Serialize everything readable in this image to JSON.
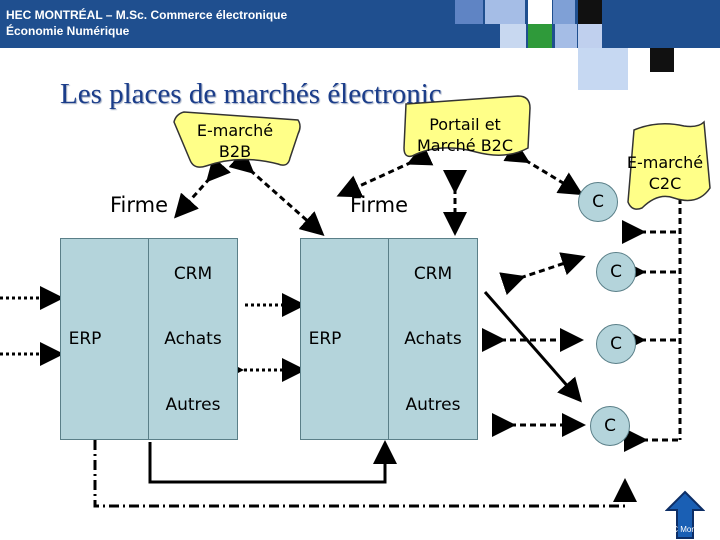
{
  "header": {
    "line1": "HEC MONTRÉAL – M.Sc. Commerce électronique",
    "line2": "Économie Numérique"
  },
  "title": "Les places de marchés électronic",
  "markets": {
    "b2b": "E-marché\nB2B",
    "b2c": "Portail et\nMarché B2C",
    "c2c": "E-marché\nC2C"
  },
  "firm_left": {
    "label": "Firme",
    "erp": "ERP",
    "crm": "CRM",
    "achats": "Achats",
    "autres": "Autres"
  },
  "firm_right": {
    "label": "Firme",
    "erp": "ERP",
    "crm": "CRM",
    "achats": "Achats",
    "autres": "Autres"
  },
  "consumers": [
    "C",
    "C",
    "C",
    "C"
  ],
  "footer": "Jacques Robert - HEC Montréal",
  "colors": {
    "header": "#1f4f8f",
    "title": "#1b3d8a",
    "box_fill": "#b4d4db",
    "label_fill": "#ffff88",
    "arrow_up": "#1a5fb4"
  }
}
